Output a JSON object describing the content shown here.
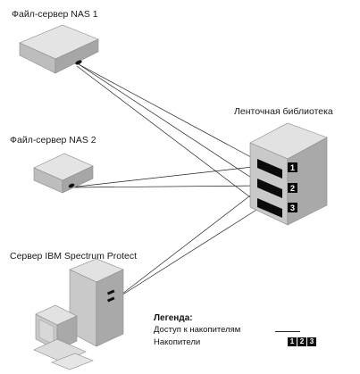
{
  "labels": {
    "nas1": "Файл-сервер NAS 1",
    "nas2": "Файл-сервер NAS 2",
    "server": "Сервер IBM Spectrum Protect",
    "library": "Ленточная библиотека"
  },
  "drives": [
    "1",
    "2",
    "3"
  ],
  "legend": {
    "title": "Легенда:",
    "access": "Доступ к накопителям",
    "drives": "Накопители",
    "drive_numbers": [
      "1",
      "2",
      "3"
    ]
  },
  "colors": {
    "device_top": "#e2e2e2",
    "device_side": "#a8a8a8",
    "device_front": "#c8c8c8",
    "drive_slot": "#0a0a0a",
    "line": "#222222"
  }
}
